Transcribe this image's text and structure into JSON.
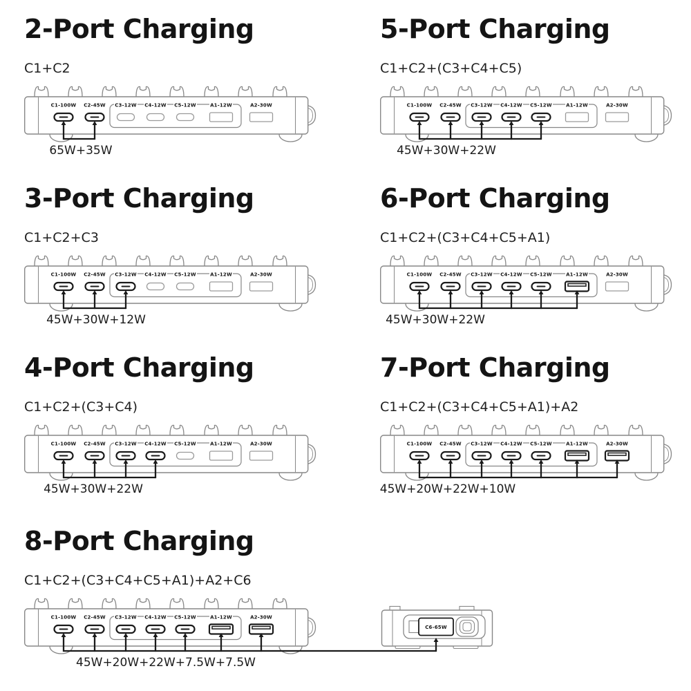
{
  "colors": {
    "background": "#ffffff",
    "text": "#151515",
    "active": "#1a1a1a",
    "device_outline": "#878787",
    "inactive_port": "#9a9a9a"
  },
  "ports": [
    {
      "id": "C1",
      "label": "C1-100W",
      "type": "usb-c"
    },
    {
      "id": "C2",
      "label": "C2-45W",
      "type": "usb-c"
    },
    {
      "id": "C3",
      "label": "C3-12W",
      "type": "usb-c"
    },
    {
      "id": "C4",
      "label": "C4-12W",
      "type": "usb-c"
    },
    {
      "id": "C5",
      "label": "C5-12W",
      "type": "usb-c"
    },
    {
      "id": "A1",
      "label": "A1-12W",
      "type": "usb-a"
    },
    {
      "id": "A2",
      "label": "A2-30W",
      "type": "usb-a"
    }
  ],
  "external_port": {
    "id": "C6",
    "label": "C6-65W",
    "type": "usb-c-retractable-cable"
  },
  "sections": [
    {
      "id": "2-port",
      "title": "2-Port Charging",
      "combo": "C1+C2",
      "active": [
        "C1",
        "C2"
      ],
      "power_label": "65W+35W"
    },
    {
      "id": "5-port",
      "title": "5-Port Charging",
      "combo": "C1+C2+(C3+C4+C5)",
      "active": [
        "C1",
        "C2",
        "C3",
        "C4",
        "C5"
      ],
      "power_label": "45W+30W+22W"
    },
    {
      "id": "3-port",
      "title": "3-Port Charging",
      "combo": "C1+C2+C3",
      "active": [
        "C1",
        "C2",
        "C3"
      ],
      "power_label": "45W+30W+12W"
    },
    {
      "id": "6-port",
      "title": "6-Port Charging",
      "combo": "C1+C2+(C3+C4+C5+A1)",
      "active": [
        "C1",
        "C2",
        "C3",
        "C4",
        "C5",
        "A1"
      ],
      "power_label": "45W+30W+22W"
    },
    {
      "id": "4-port",
      "title": "4-Port Charging",
      "combo": "C1+C2+(C3+C4)",
      "active": [
        "C1",
        "C2",
        "C3",
        "C4"
      ],
      "power_label": "45W+30W+22W"
    },
    {
      "id": "7-port",
      "title": "7-Port Charging",
      "combo": "C1+C2+(C3+C4+C5+A1)+A2",
      "active": [
        "C1",
        "C2",
        "C3",
        "C4",
        "C5",
        "A1",
        "A2"
      ],
      "power_label": "45W+20W+22W+10W"
    },
    {
      "id": "8-port",
      "title": "8-Port Charging",
      "combo": "C1+C2+(C3+C4+C5+A1)+A2+C6",
      "active": [
        "C1",
        "C2",
        "C3",
        "C4",
        "C5",
        "A1",
        "A2",
        "C6"
      ],
      "power_label": "45W+20W+22W+7.5W+7.5W",
      "external_device": true
    }
  ]
}
